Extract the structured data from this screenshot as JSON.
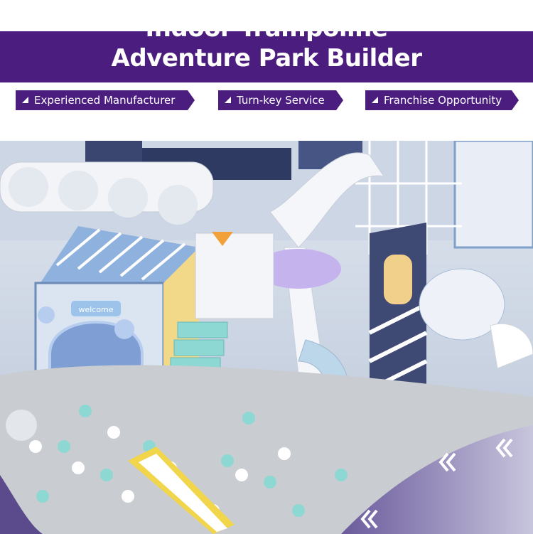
{
  "header": {
    "line1": "Indoor Trampoline",
    "line2": "Adventure Park Builder"
  },
  "tags": [
    {
      "label": "Experienced Manufacturer"
    },
    {
      "label": "Turn-key Service"
    },
    {
      "label": "Franchise Opportunity"
    }
  ],
  "scene": {
    "sign_text": "welcome",
    "colors": {
      "brand": "#4a1d7e",
      "ball_teal": "#8ed8d4",
      "ball_grey": "#c9ccd1",
      "slide_lilac": "#c5b3ee"
    }
  }
}
